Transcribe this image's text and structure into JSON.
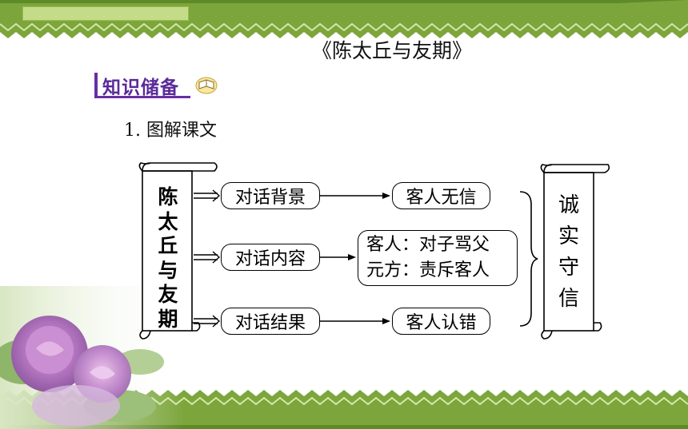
{
  "title": "《陈太丘与友期》",
  "section": {
    "label": "知识储备",
    "icon": "open-book-icon"
  },
  "subhead": "1. 图解课文",
  "diagram": {
    "left_scroll_chars": [
      "陈",
      "太",
      "丘",
      "与",
      "友",
      "期"
    ],
    "rows": [
      {
        "label": "对话背景",
        "result": "客人无信"
      },
      {
        "label": "对话内容",
        "result_lines": [
          "客人：对子骂父",
          "元方：责斥客人"
        ]
      },
      {
        "label": "对话结果",
        "result": "客人认错"
      }
    ],
    "right_scroll_chars": [
      "诚",
      "实",
      "守",
      "信"
    ]
  },
  "colors": {
    "band_green": "#7ca63c",
    "band_light": "#d6e8a8",
    "heading_purple": "#5a2a9a"
  }
}
